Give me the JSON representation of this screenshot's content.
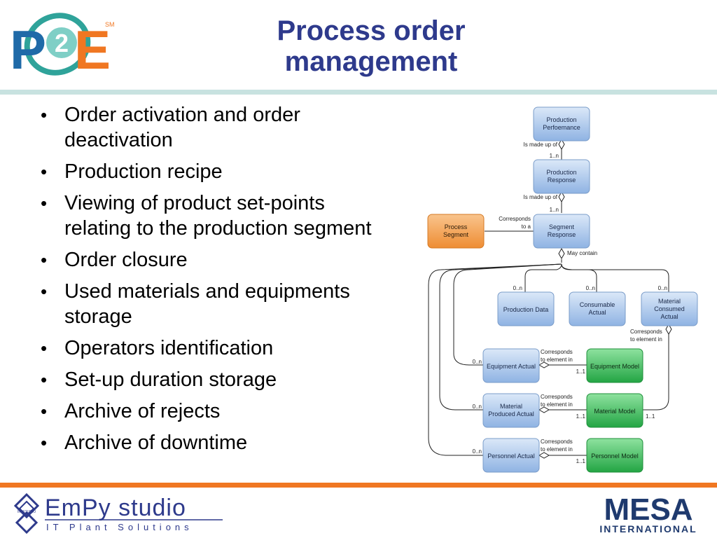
{
  "slide": {
    "title": "Process order management",
    "bullets": [
      "Order activation and order deactivation",
      "Production recipe",
      "Viewing of product set-points relating to the production segment",
      "Order closure",
      "Used materials and equipments storage",
      "Operators identification",
      "Set-up duration storage",
      "Archive of rejects",
      "Archive of downtime"
    ]
  },
  "logos": {
    "p2e": {
      "letters_left": "P",
      "letters_mid": "2",
      "letters_right": "E",
      "mark": "SM"
    },
    "empy": {
      "name": "EmPy studio",
      "tagline": "IT Plant Solutions",
      "badge": "IIP STUDIO"
    },
    "mesa": {
      "name": "MESA",
      "sub": "INTERNATIONAL"
    }
  },
  "colors": {
    "title": "#2e3a8c",
    "top_rule": "#c8e2e0",
    "bottom_rule": "#f07722",
    "node_blue": "#a9c6ec",
    "node_orange": "#f3a45a",
    "node_green": "#3fbe5a"
  },
  "diagram": {
    "nodes": {
      "production_performance": [
        "Production",
        "Perfoemance"
      ],
      "production_response": [
        "Production",
        "Response"
      ],
      "segment_response": [
        "Segment",
        "Response"
      ],
      "process_segment": [
        "Process",
        "Segment"
      ],
      "production_data": [
        "Production Data"
      ],
      "consumable_actual": [
        "Consumable",
        "Actual"
      ],
      "material_consumed_actual": [
        "Material",
        "Consumed",
        "Actual"
      ],
      "equipment_actual": [
        "Equipment Actual"
      ],
      "equipment_model": [
        "Equipment Model"
      ],
      "material_produced_actual": [
        "Material",
        "Produced Actual"
      ],
      "material_model": [
        "Material Model"
      ],
      "personnel_actual": [
        "Personnel Actual"
      ],
      "personnel_model": [
        "Personnel Model"
      ]
    },
    "labels": {
      "is_made_up_of_1": "Is made up of",
      "mult_1n_1": "1..n",
      "is_made_up_of_2": "Is made up of",
      "mult_1n_2": "1..n",
      "corresponds_to_a": [
        "Corresponds",
        "to a"
      ],
      "may_contain": "May contain",
      "mult_0n_pd": "0..n",
      "mult_0n_ca": "0..n",
      "mult_0n_mca": "0..n",
      "corr_elem_mca": [
        "Corresponds",
        "to element in"
      ],
      "corr_elem_eq": [
        "Corresponds",
        "to element in"
      ],
      "mult_0n_eq": "0..n",
      "mult_11_eq": "1..1",
      "corr_elem_mat": [
        "Corresponds",
        "to element in"
      ],
      "mult_0n_mat": "0..n",
      "mult_11_mat": "1..1",
      "mult_11_mat_right": "1..1",
      "corr_elem_pers": [
        "Corresponds",
        "to element in"
      ],
      "mult_0n_pers": "0..n",
      "mult_11_pers": "1..1"
    }
  }
}
